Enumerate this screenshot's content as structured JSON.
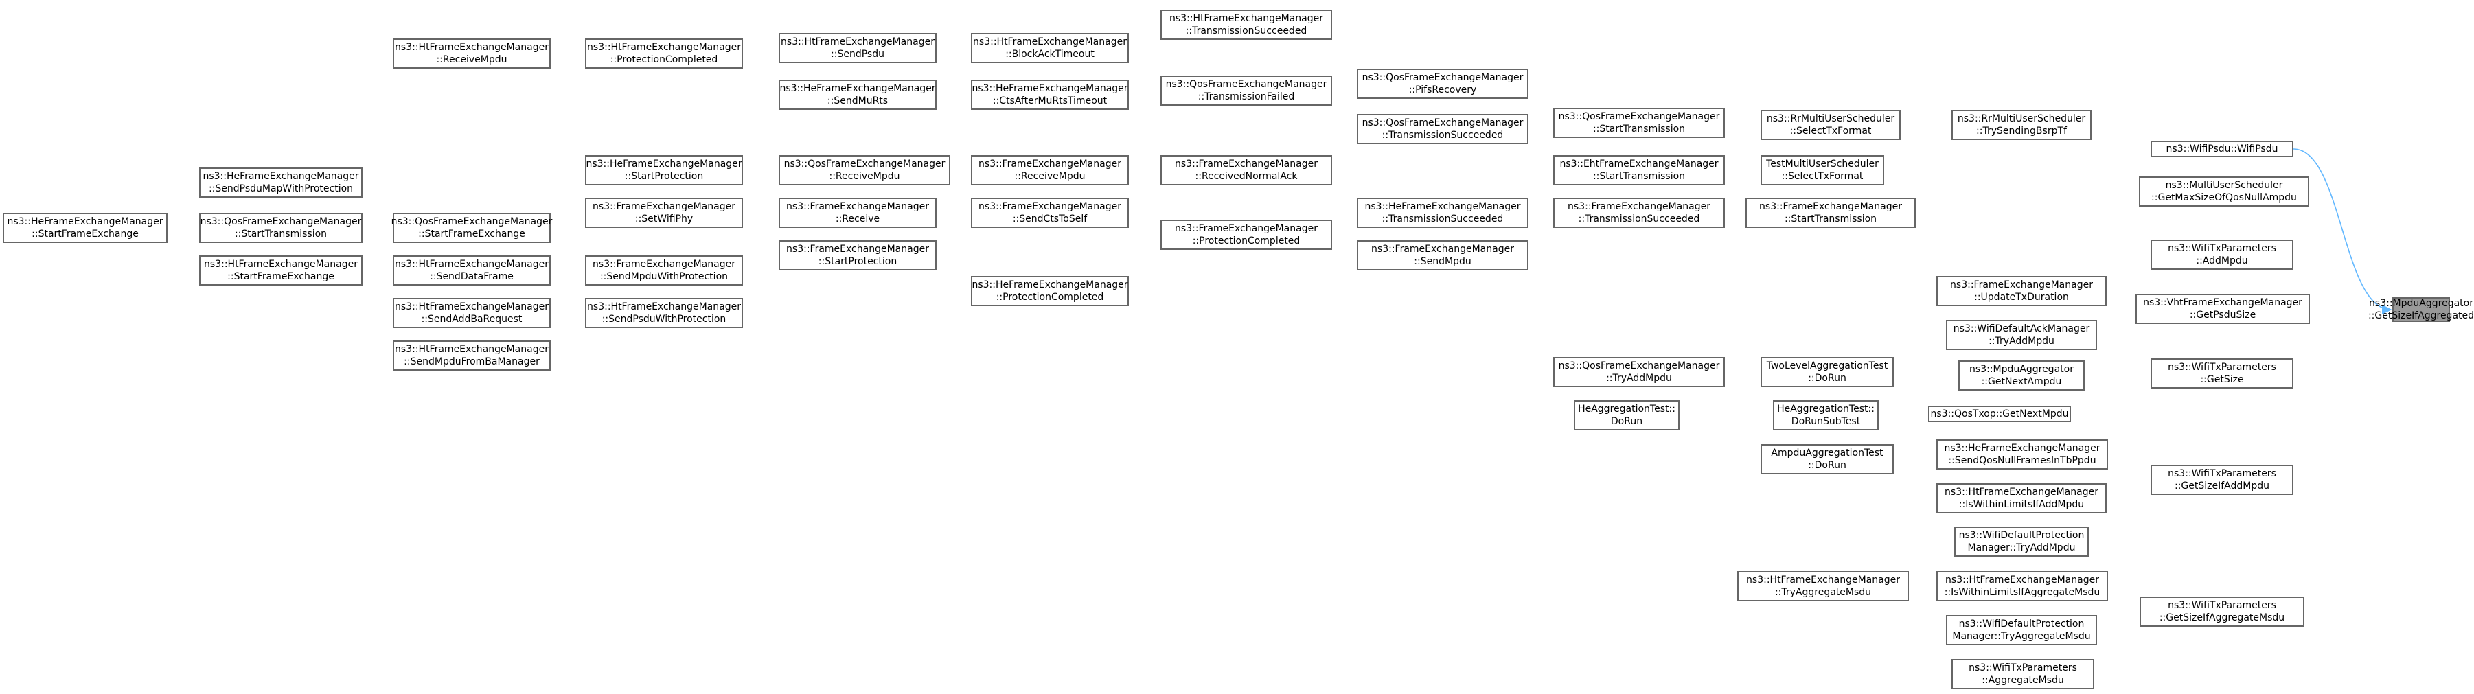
{
  "colors": {
    "edge": "#63b8ff",
    "node_border": "#666666",
    "root_fill": "#999999",
    "node_fill": "#ffffff"
  },
  "nodes": [
    {
      "id": "root",
      "l1": "ns3::MpduAggregator",
      "l2": "::GetSizeIfAggregated",
      "root": true
    },
    {
      "id": "wifipsdu",
      "l1": "ns3::WifiPsdu::WifiPsdu",
      "l2": ""
    },
    {
      "id": "mus_getmax",
      "l1": "ns3::MultiUserScheduler",
      "l2": "::GetMaxSizeOfQosNullAmpdu"
    },
    {
      "id": "txp_addmpdu",
      "l1": "ns3::WifiTxParameters",
      "l2": "::AddMpdu"
    },
    {
      "id": "vht_getpsdu",
      "l1": "ns3::VhtFrameExchangeManager",
      "l2": "::GetPsduSize"
    },
    {
      "id": "txp_getsize",
      "l1": "ns3::WifiTxParameters",
      "l2": "::GetSize"
    },
    {
      "id": "txp_getsizeadd",
      "l1": "ns3::WifiTxParameters",
      "l2": "::GetSizeIfAddMpdu"
    },
    {
      "id": "txp_getsizeaggmsdu",
      "l1": "ns3::WifiTxParameters",
      "l2": "::GetSizeIfAggregateMsdu"
    },
    {
      "id": "rr_trysend",
      "l1": "ns3::RrMultiUserScheduler",
      "l2": "::TrySendingBsrpTf"
    },
    {
      "id": "rr_select",
      "l1": "ns3::RrMultiUserScheduler",
      "l2": "::SelectTxFormat"
    },
    {
      "id": "test_select",
      "l1": "TestMultiUserScheduler",
      "l2": "::SelectTxFormat"
    },
    {
      "id": "fem_starttx",
      "l1": "ns3::FrameExchangeManager",
      "l2": "::StartTransmission"
    },
    {
      "id": "fem_updatetx",
      "l1": "ns3::FrameExchangeManager",
      "l2": "::UpdateTxDuration"
    },
    {
      "id": "ack_tryadd",
      "l1": "ns3::WifiDefaultAckManager",
      "l2": "::TryAddMpdu"
    },
    {
      "id": "mpdu_getnext",
      "l1": "ns3::MpduAggregator",
      "l2": "::GetNextAmpdu"
    },
    {
      "id": "qostxop_getnext",
      "l1": "ns3::QosTxop::GetNextMpdu",
      "l2": ""
    },
    {
      "id": "he_sendqosnull",
      "l1": "ns3::HeFrameExchangeManager",
      "l2": "::SendQosNullFramesInTbPpdu"
    },
    {
      "id": "ht_iswithin",
      "l1": "ns3::HtFrameExchangeManager",
      "l2": "::IsWithinLimitsIfAddMpdu"
    },
    {
      "id": "prot_tryadd",
      "l1": "ns3::WifiDefaultProtection",
      "l2": "Manager::TryAddMpdu"
    },
    {
      "id": "ht_iswithinmsdu",
      "l1": "ns3::HtFrameExchangeManager",
      "l2": "::IsWithinLimitsIfAggregateMsdu"
    },
    {
      "id": "prot_tryaggmsdu",
      "l1": "ns3::WifiDefaultProtection",
      "l2": "Manager::TryAggregateMsdu"
    },
    {
      "id": "txp_aggmsdu",
      "l1": "ns3::WifiTxParameters",
      "l2": "::AggregateMsdu"
    },
    {
      "id": "ht_tryaggmsdu",
      "l1": "ns3::HtFrameExchangeManager",
      "l2": "::TryAggregateMsdu"
    },
    {
      "id": "twolevel_dorun",
      "l1": "TwoLevelAggregationTest",
      "l2": "::DoRun"
    },
    {
      "id": "heagg_dorunsub",
      "l1": "HeAggregationTest::",
      "l2": "DoRunSubTest"
    },
    {
      "id": "heagg_dorun",
      "l1": "HeAggregationTest::",
      "l2": "DoRun"
    },
    {
      "id": "ampdu_dorun",
      "l1": "AmpduAggregationTest",
      "l2": "::DoRun"
    },
    {
      "id": "qfem_tryadd",
      "l1": "ns3::QosFrameExchangeManager",
      "l2": "::TryAddMpdu"
    },
    {
      "id": "qfem_starttx",
      "l1": "ns3::QosFrameExchangeManager",
      "l2": "::StartTransmission"
    },
    {
      "id": "eht_starttx",
      "l1": "ns3::EhtFrameExchangeManager",
      "l2": "::StartTransmission"
    },
    {
      "id": "fem_txsucc",
      "l1": "ns3::FrameExchangeManager",
      "l2": "::TransmissionSucceeded"
    },
    {
      "id": "qfem_pifs",
      "l1": "ns3::QosFrameExchangeManager",
      "l2": "::PifsRecovery"
    },
    {
      "id": "qfem_txsucc",
      "l1": "ns3::QosFrameExchangeManager",
      "l2": "::TransmissionSucceeded"
    },
    {
      "id": "hefem_txsucc",
      "l1": "ns3::HeFrameExchangeManager",
      "l2": "::TransmissionSucceeded"
    },
    {
      "id": "fem_sendmpdu",
      "l1": "ns3::FrameExchangeManager",
      "l2": "::SendMpdu"
    },
    {
      "id": "htfem_txsucc",
      "l1": "ns3::HtFrameExchangeManager",
      "l2": "::TransmissionSucceeded"
    },
    {
      "id": "qfem_txfailed",
      "l1": "ns3::QosFrameExchangeManager",
      "l2": "::TransmissionFailed"
    },
    {
      "id": "fem_recvack",
      "l1": "ns3::FrameExchangeManager",
      "l2": "::ReceivedNormalAck"
    },
    {
      "id": "fem_protcomp",
      "l1": "ns3::FrameExchangeManager",
      "l2": "::ProtectionCompleted"
    },
    {
      "id": "htfem_sendpsdu",
      "l1": "ns3::HtFrameExchangeManager",
      "l2": "::SendPsdu"
    },
    {
      "id": "htfem_blockack",
      "l1": "ns3::HtFrameExchangeManager",
      "l2": "::BlockAckTimeout"
    },
    {
      "id": "hefem_sendmurts",
      "l1": "ns3::HeFrameExchangeManager",
      "l2": "::SendMuRts"
    },
    {
      "id": "hefem_ctsafter",
      "l1": "ns3::HeFrameExchangeManager",
      "l2": "::CtsAfterMuRtsTimeout"
    },
    {
      "id": "qfem_recvmpdu",
      "l1": "ns3::QosFrameExchangeManager",
      "l2": "::ReceiveMpdu"
    },
    {
      "id": "fem_recvmpdu",
      "l1": "ns3::FrameExchangeManager",
      "l2": "::ReceiveMpdu"
    },
    {
      "id": "fem_receive",
      "l1": "ns3::FrameExchangeManager",
      "l2": "::Receive"
    },
    {
      "id": "fem_setphy",
      "l1": "ns3::FrameExchangeManager",
      "l2": "::SetWifiPhy"
    },
    {
      "id": "fem_sendcts",
      "l1": "ns3::FrameExchangeManager",
      "l2": "::SendCtsToSelf"
    },
    {
      "id": "fem_startprot",
      "l1": "ns3::FrameExchangeManager",
      "l2": "::StartProtection"
    },
    {
      "id": "hefem_protcomp",
      "l1": "ns3::HeFrameExchangeManager",
      "l2": "::ProtectionCompleted"
    },
    {
      "id": "htfem_recvmpdu",
      "l1": "ns3::HtFrameExchangeManager",
      "l2": "::ReceiveMpdu"
    },
    {
      "id": "htfem_protcomp",
      "l1": "ns3::HtFrameExchangeManager",
      "l2": "::ProtectionCompleted"
    },
    {
      "id": "hefem_startprot",
      "l1": "ns3::HeFrameExchangeManager",
      "l2": "::StartProtection"
    },
    {
      "id": "fem_sendmpduwp",
      "l1": "ns3::FrameExchangeManager",
      "l2": "::SendMpduWithProtection"
    },
    {
      "id": "htfem_sendpsduwp",
      "l1": "ns3::HtFrameExchangeManager",
      "l2": "::SendPsduWithProtection"
    },
    {
      "id": "hefem_sendpsdumap",
      "l1": "ns3::HeFrameExchangeManager",
      "l2": "::SendPsduMapWithProtection"
    },
    {
      "id": "qfem_startfe",
      "l1": "ns3::QosFrameExchangeManager",
      "l2": "::StartFrameExchange"
    },
    {
      "id": "qfem_starttx2",
      "l1": "ns3::QosFrameExchangeManager",
      "l2": "::StartTransmission"
    },
    {
      "id": "htfem_senddata",
      "l1": "ns3::HtFrameExchangeManager",
      "l2": "::SendDataFrame"
    },
    {
      "id": "htfem_sendaddba",
      "l1": "ns3::HtFrameExchangeManager",
      "l2": "::SendAddBaRequest"
    },
    {
      "id": "htfem_sendmpdufromba",
      "l1": "ns3::HtFrameExchangeManager",
      "l2": "::SendMpduFromBaManager"
    },
    {
      "id": "htfem_startfe",
      "l1": "ns3::HtFrameExchangeManager",
      "l2": "::StartFrameExchange"
    },
    {
      "id": "hefem_startfe",
      "l1": "ns3::HeFrameExchangeManager",
      "l2": "::StartFrameExchange"
    }
  ]
}
